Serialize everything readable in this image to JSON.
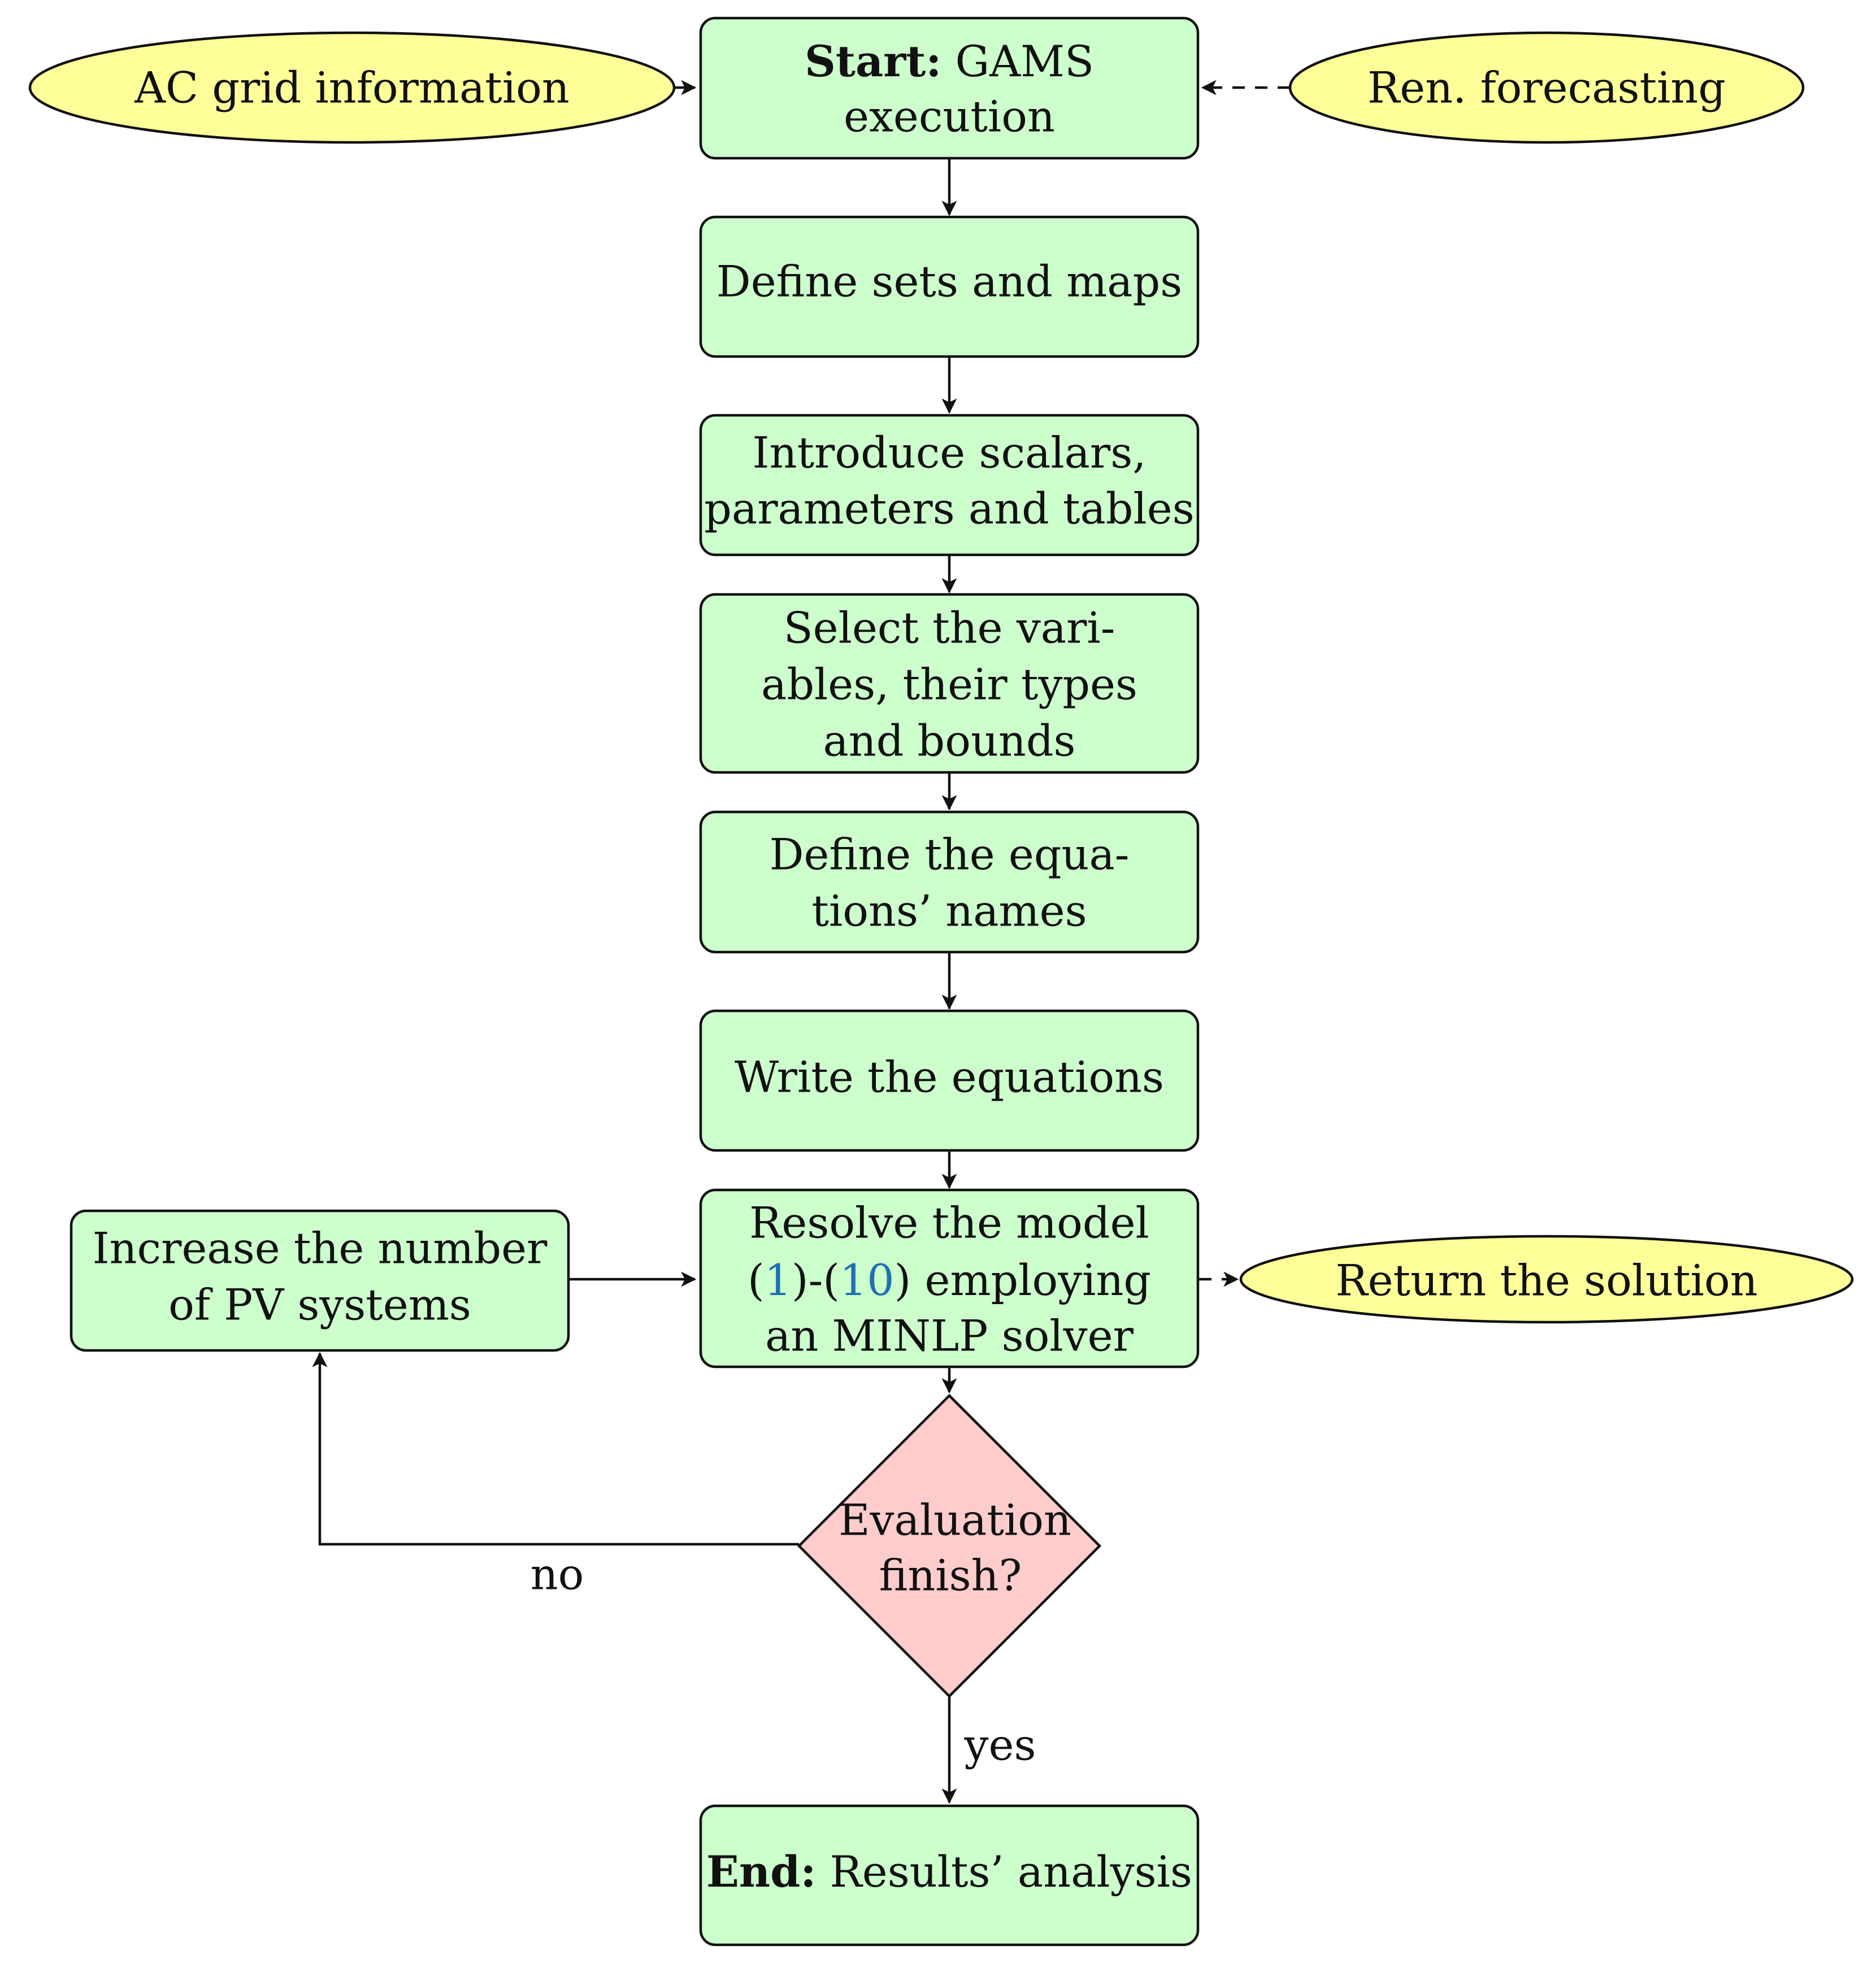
{
  "colors": {
    "process_fill": "#ccffcc",
    "input_fill": "#ffff99",
    "decision_fill": "#ffcccc",
    "reference_text": "#1f6fb2",
    "stroke": "#111111"
  },
  "inputs": {
    "ac_grid": "AC grid information",
    "ren_forecasting": "Ren. forecasting"
  },
  "start": {
    "bold": "Start:",
    "line1_rest": " GAMS",
    "line2": "execution"
  },
  "steps": {
    "define_sets": "Define sets and maps",
    "introduce_line1": "Introduce scalars,",
    "introduce_line2": "parameters and tables",
    "select_line1": "Select the vari-",
    "select_line2": "ables, their types",
    "select_line3": "and bounds",
    "define_eq_line1": "Define the equa-",
    "define_eq_line2": "tions’ names",
    "write_equations": "Write the equations"
  },
  "resolve": {
    "line1": "Resolve the model",
    "paren_open_1": "(",
    "ref_1": "1",
    "paren_mid": ")-(",
    "ref_10": "10",
    "paren_close_rest": ") employing",
    "line3": "an MINLP solver"
  },
  "increase": {
    "line1": "Increase the number",
    "line2": "of PV systems"
  },
  "output": {
    "return_solution": "Return the solution"
  },
  "decision": {
    "line1": "Evaluation",
    "line2": "finish?"
  },
  "edge_labels": {
    "no": "no",
    "yes": "yes"
  },
  "end": {
    "bold": "End:",
    "rest": " Results’ analysis"
  }
}
